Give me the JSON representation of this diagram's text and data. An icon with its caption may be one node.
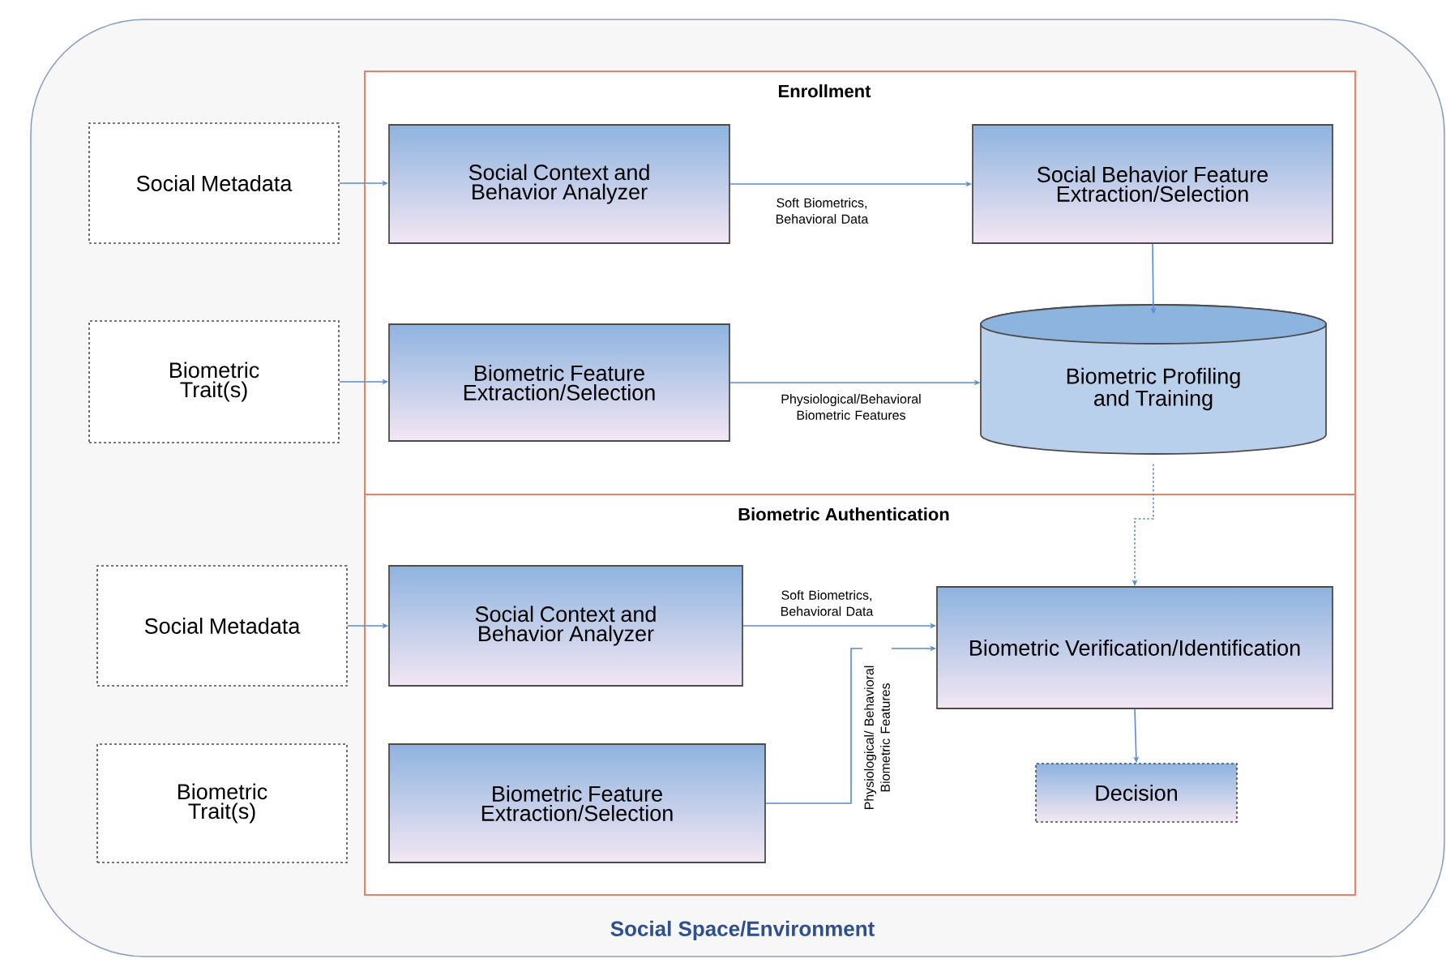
{
  "diagram": {
    "nodes": [
      {
        "text": [
          "Social Space/Environment"
        ]
      },
      {
        "text": [
          "Enrollment"
        ],
        "in": 0
      },
      {
        "text": [
          "Social Metadata"
        ],
        "in": 0
      },
      {
        "text": [
          "Social Context and Behavior Analyzer"
        ],
        "in": 1
      },
      {
        "text": [
          "Social Behavior Feature Extraction/Selection"
        ],
        "in": 1
      },
      {
        "text": [
          "Biometric Trait(s)"
        ],
        "in": 0
      },
      {
        "text": [
          "Biometric Feature Extraction/Selection"
        ],
        "in": 1
      },
      {
        "text": [
          "Biometric Profiling and Training"
        ],
        "in": 1
      },
      {
        "text": [
          "Biometric Authentication"
        ],
        "in": 0
      },
      {
        "text": [
          "Social Metadata"
        ],
        "in": 0
      },
      {
        "text": [
          "Social Context and Behavior Analyzer"
        ],
        "in": 8
      },
      {
        "text": [
          "Biometric Verification/Identification"
        ],
        "in": 8
      },
      {
        "text": [
          "Biometric Trait(s)"
        ],
        "in": 0
      },
      {
        "text": [
          "Biometric Feature Extraction/Selection"
        ],
        "in": 8
      },
      {
        "text": [
          "Decision"
        ],
        "in": 8
      }
    ],
    "edges": [
      {
        "from": 2,
        "to": 3,
        "arrow": "to"
      },
      {
        "from": 3,
        "to": 4,
        "arrow": "to",
        "label": "Soft Biometrics, Behavioral Data"
      },
      {
        "from": 5,
        "to": 6,
        "arrow": "to"
      },
      {
        "from": 6,
        "to": 7,
        "arrow": "to",
        "label": "Physiological/Behavioral Biometric Features"
      },
      {
        "from": 4,
        "to": 7,
        "arrow": "to"
      },
      {
        "from": 7,
        "to": 11,
        "arrow": "to",
        "style": "dashed"
      },
      {
        "from": 9,
        "to": 10,
        "arrow": "to"
      },
      {
        "from": 10,
        "to": 11,
        "arrow": "to",
        "label": "Soft Biometrics, Behavioral Data"
      },
      {
        "from": 13,
        "to": 11,
        "arrow": "to",
        "label": "Physiological/ Behavioral Biometric Features"
      },
      {
        "from": 11,
        "to": 14,
        "arrow": "to"
      }
    ]
  }
}
